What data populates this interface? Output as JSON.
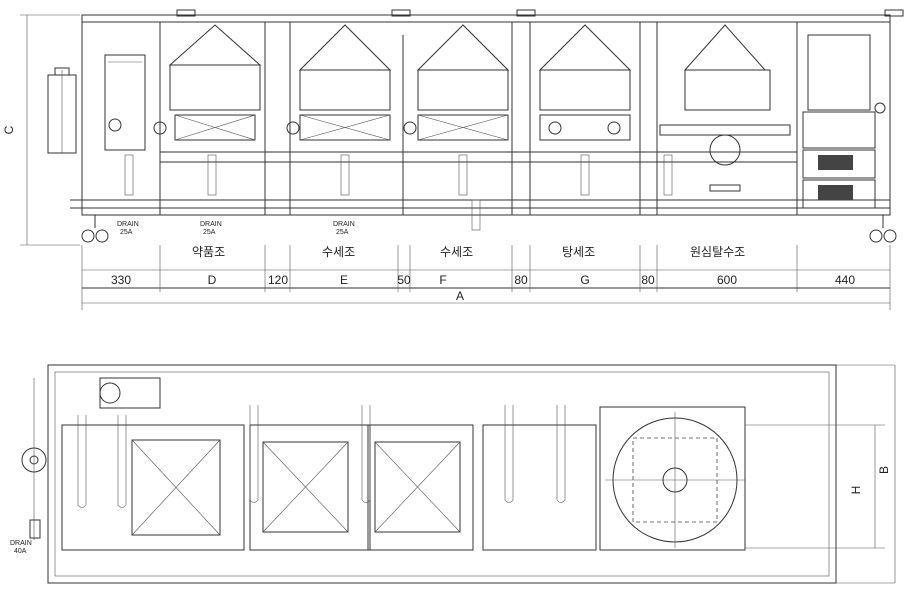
{
  "side_view": {
    "tank_names": [
      "약품조",
      "수세조",
      "수세조",
      "탕세조",
      "원심탈수조"
    ],
    "drain_labels": [
      {
        "l1": "DRAIN",
        "l2": "25A"
      },
      {
        "l1": "DRAIN",
        "l2": "25A"
      },
      {
        "l1": "DRAIN",
        "l2": "25A"
      }
    ],
    "dimensions": [
      "330",
      "D",
      "120",
      "E",
      "50",
      "F",
      "80",
      "G",
      "80",
      "600",
      "440"
    ],
    "overall_label": "A",
    "height_label": "C"
  },
  "plan_view": {
    "drain": {
      "l1": "DRAIN",
      "l2": "40A"
    },
    "height_labels": [
      "H",
      "B"
    ]
  }
}
